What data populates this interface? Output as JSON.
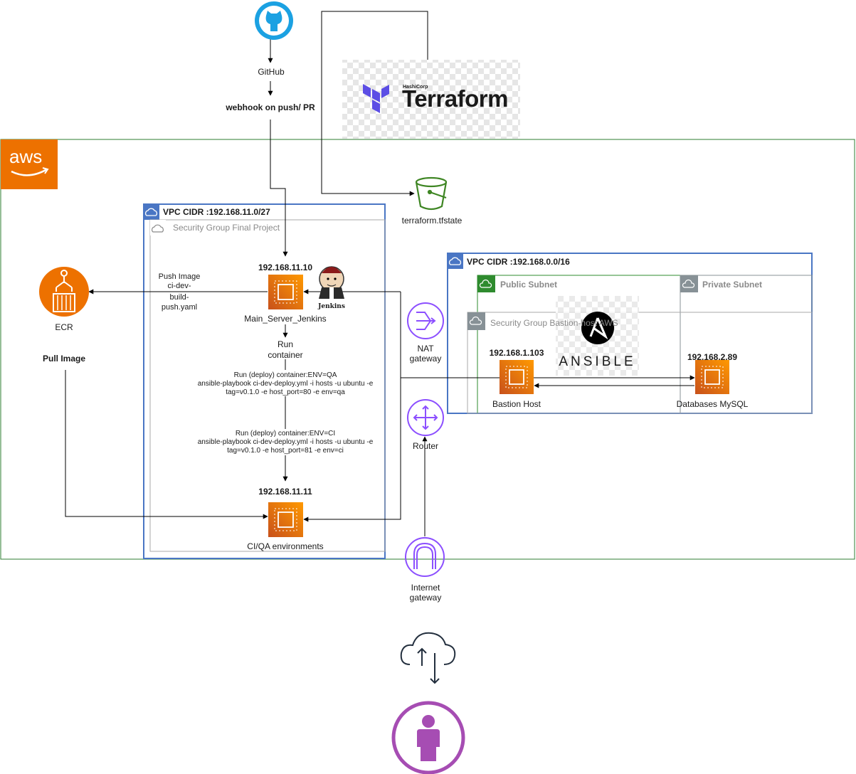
{
  "colors": {
    "aws_orange": "#ED7100",
    "aws_group_green": "#2E7D32",
    "vpc_blue": "#4A76C4",
    "subnet_green": "#2E8B2E",
    "subnet_gray": "#879196",
    "github_blue": "#1BA1E2",
    "s3_green": "#3F8624",
    "network_purple": "#8C4FFF",
    "user_purple": "#A64DB3",
    "terraform_purple": "#5C4EE5",
    "cloud_dark": "#232F3E"
  },
  "icons": {
    "github": "github-icon",
    "terraform": "terraform-logo",
    "aws": "aws-logo",
    "s3": "s3-bucket-icon",
    "ecr": "ecr-icon",
    "ec2": "ec2-instance-icon",
    "jenkins": "jenkins-icon",
    "nat": "nat-gateway-icon",
    "router": "router-icon",
    "igw": "internet-gateway-icon",
    "cloud": "cloud-upload-download-icon",
    "user": "user-icon",
    "ansible": "ansible-logo"
  },
  "labels": {
    "github": "GitHub",
    "webhook": "webhook on push/ PR",
    "terraform_brand": "HashiCorp",
    "terraform_name": "Terraform",
    "aws": "aws",
    "tfstate": "terraform.tfstate",
    "vpc1": "VPC CIDR :192.168.11.0/27",
    "sg_final": "Security Group Final Project",
    "ip_jenkins": "192.168.11.10",
    "jenkins_tag": "Jenkins",
    "main_server": "Main_Server_Jenkins",
    "push_image": [
      "Push Image",
      "ci-dev-",
      "build-",
      "push.yaml"
    ],
    "ecr": "ECR",
    "pull_image": "Pull Image",
    "run_container": [
      "Run",
      "container"
    ],
    "deploy_qa": [
      "Run (deploy) container:ENV=QA",
      "ansible-playbook ci-dev-deploy.yml -i hosts -u ubuntu -e",
      "tag=v0.1.0 -e host_port=80 -e env=qa"
    ],
    "deploy_ci": [
      "Run (deploy) container:ENV=CI",
      "ansible-playbook ci-dev-deploy.yml -i hosts -u ubuntu -e",
      "tag=v0.1.0 -e host_port=81 -e env=ci"
    ],
    "ip_ci": "192.168.11.11",
    "ci_qa": "CI/QA environments",
    "nat": [
      "NAT",
      "gateway"
    ],
    "router": "Router",
    "igw": [
      "Internet",
      "gateway"
    ],
    "vpc2": "VPC CIDR :192.168.0.0/16",
    "public_subnet": "Public Subnet",
    "private_subnet": "Private Subnet",
    "sg_bastion": "Security Group Bastion-host AWS",
    "ip_bastion": "192.168.1.103",
    "bastion": "Bastion Host",
    "ip_db": "192.168.2.89",
    "db": "Databases MySQL",
    "ansible": "ANSIBLE"
  }
}
